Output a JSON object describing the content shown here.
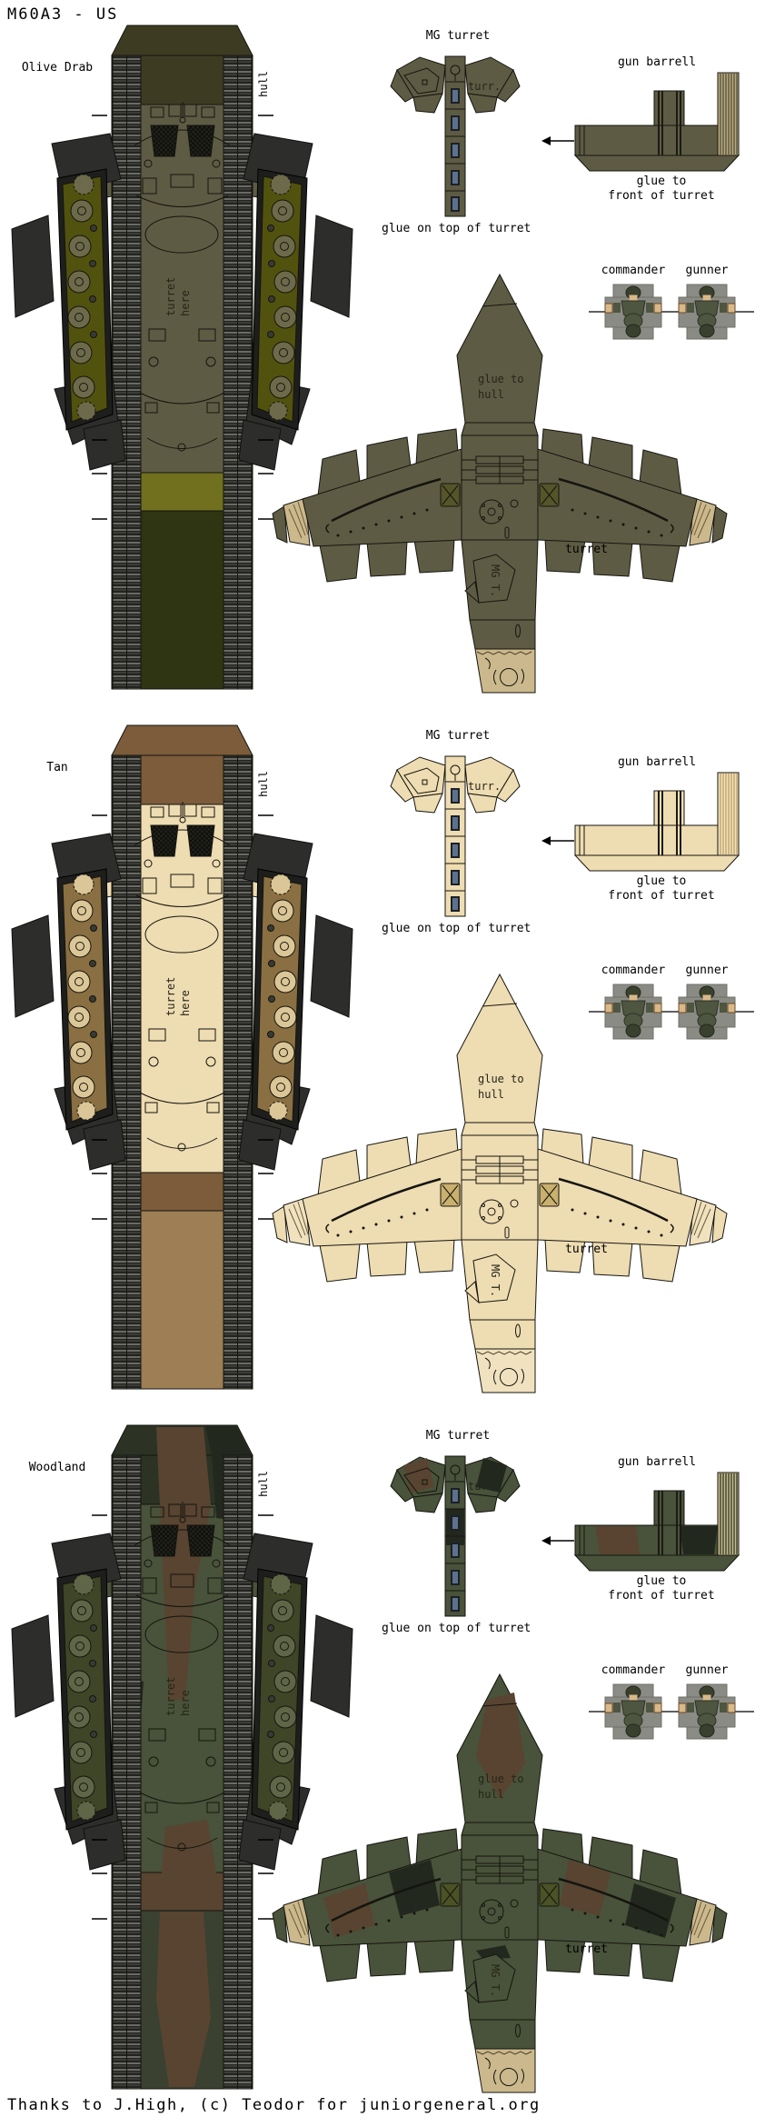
{
  "title": "M60A3 - US",
  "credit": "Thanks to J.High, (c) Teodor for juniorgeneral.org",
  "labels": {
    "hull": "hull",
    "mg_turret": "MG turret",
    "turr": "turr.",
    "gun_barrell": "gun barrell",
    "glue_front_1": "glue to",
    "glue_front_2": "front of turret",
    "glue_top": "glue on top of turret",
    "commander": "commander",
    "gunner": "gunner",
    "glue_hull_1": "glue to",
    "glue_hull_2": "hull",
    "turret": "turret",
    "turret_here_1": "turret",
    "turret_here_2": "here",
    "mg_t": "MG T."
  },
  "sections": [
    {
      "scheme": "Olive Drab",
      "palette": {
        "trap": "#3d3c23",
        "body": "#5e5b44",
        "band": "#70701f",
        "under": "#2f3512",
        "wheelbed": "#52520f",
        "wheel": "#6d6a4b",
        "vision": "#5c718e",
        "mantlet": "#cbb88c",
        "stripeA": "#baa97e",
        "stripeB": "#5e5b44",
        "box": "#55552a",
        "pA": "transparent",
        "pB": "transparent"
      }
    },
    {
      "scheme": "Tan",
      "palette": {
        "trap": "#7c5c3b",
        "body": "#eedcb2",
        "band": "#7c5c3b",
        "under": "#9d7e55",
        "wheelbed": "#8a6f42",
        "wheel": "#dbc697",
        "vision": "#5c718e",
        "mantlet": "#f0e2bf",
        "stripeA": "#f0e2bf",
        "stripeB": "#c7a76e",
        "box": "#c9b06e",
        "pA": "transparent",
        "pB": "transparent"
      }
    },
    {
      "scheme": "Woodland",
      "palette": {
        "trap": "#2c3224",
        "body": "#49523a",
        "band": "#584430",
        "under": "#3a4130",
        "wheelbed": "#3f4527",
        "wheel": "#5f6647",
        "vision": "#5c718e",
        "mantlet": "#cbb88c",
        "stripeA": "#cbb88c",
        "stripeB": "#3f4a33",
        "box": "#4a5226",
        "pA": "#584430",
        "pB": "#23281f"
      }
    }
  ],
  "colors": {
    "page_bg": "#ffffff",
    "track_dark": "#23231f",
    "flap_dark": "#2d2d2b",
    "cross_gray": "#8b8b85"
  }
}
